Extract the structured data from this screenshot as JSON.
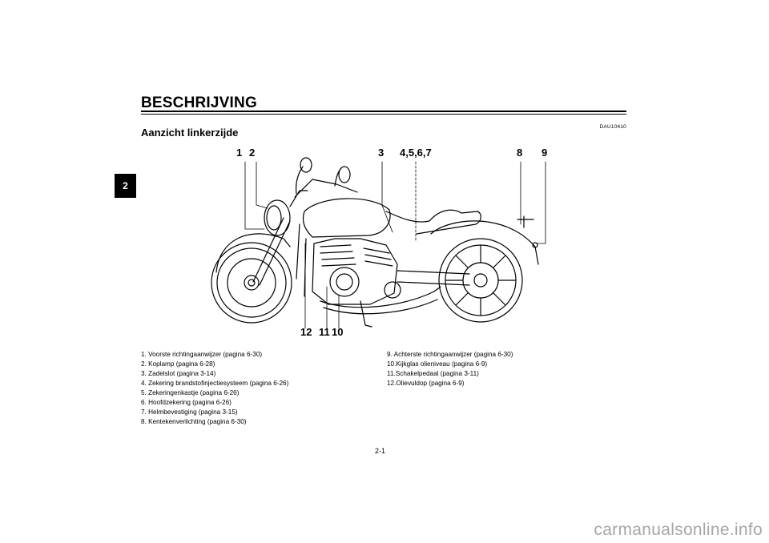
{
  "chapter_tab": "2",
  "header": {
    "title": "BESCHRIJVING",
    "code": "DAU10410",
    "subtitle": "Aanzicht linkerzijde"
  },
  "callouts": {
    "c1": "1",
    "c2": "2",
    "c3": "3",
    "c4567": "4,5,6,7",
    "c8": "8",
    "c9": "9",
    "c12": "12",
    "c11": "11",
    "c10": "10"
  },
  "legend_left": [
    "1.  Voorste richtingaanwijzer (pagina 6-30)",
    "2.  Koplamp (pagina 6-28)",
    "3.  Zadelslot (pagina 3-14)",
    "4.  Zekering brandstofinjectiesysteem (pagina 6-26)",
    "5.  Zekeringenkastje (pagina 6-26)",
    "6.  Hoofdzekering (pagina 6-26)",
    "7.  Helmbevestiging (pagina 3-15)",
    "8.  Kentekenverlichting (pagina 6-30)"
  ],
  "legend_right": [
    "9.  Achterste richtingaanwijzer (pagina 6-30)",
    "10.Kijkglas olieniveau (pagina 6-9)",
    "11.Schakelpedaal (pagina 3-11)",
    "12.Olievuldop (pagina 6-9)"
  ],
  "page_number": "2-1",
  "watermark": "carmanualsonline.info"
}
